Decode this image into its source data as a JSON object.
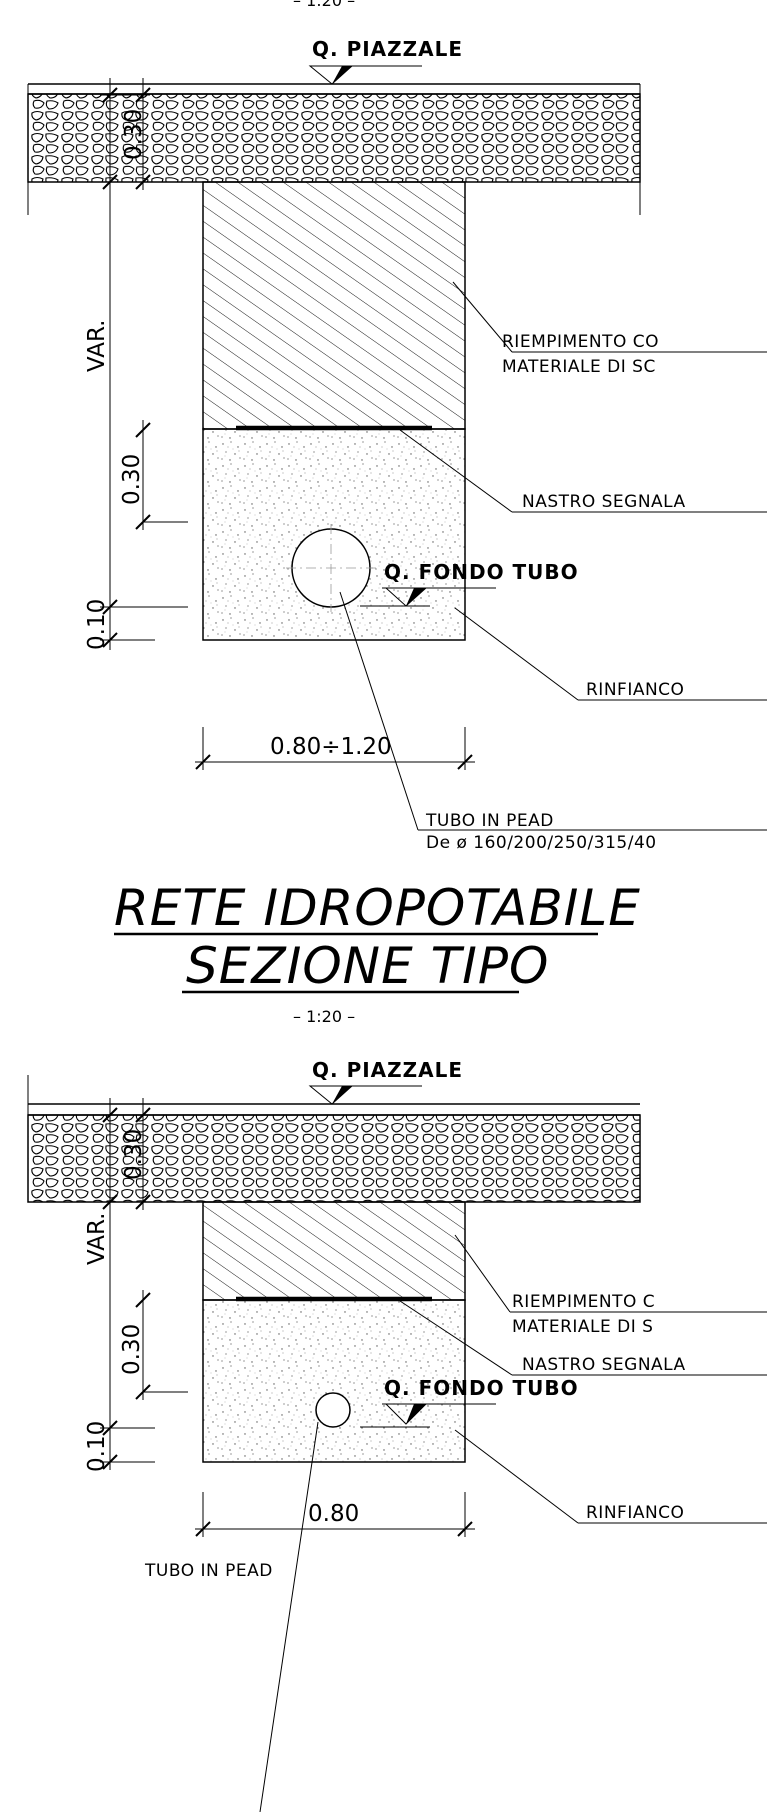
{
  "sheet": {
    "top_scale": "– 1:20 –",
    "section1": {
      "ground_mark": "Q. PIAZZALE",
      "dim_layer": "0.30",
      "dim_var": "VAR.",
      "dim_tape": "0.30",
      "dim_base": "0.10",
      "dim_width": "0.80÷1.20",
      "pipe_mark": "Q. FONDO TUBO",
      "label_fill": "RIEMPIMENTO CO",
      "label_fill_2": "MATERIALE DI SC",
      "label_tape": "NASTRO SEGNALA",
      "label_bedding": "RINFIANCO",
      "label_pipe": "TUBO IN PEAD",
      "label_pipe_2": "De ø 160/200/250/315/40"
    },
    "title_line1": "RETE IDROPOTABILE",
    "title_line2": "SEZIONE TIPO",
    "mid_scale": "– 1:20 –",
    "section2": {
      "ground_mark": "Q. PIAZZALE",
      "dim_layer": "0.30",
      "dim_var": "VAR.",
      "dim_tape": "0.30",
      "dim_base": "0.10",
      "dim_width": "0.80",
      "pipe_mark": "Q. FONDO TUBO",
      "label_fill": "RIEMPIMENTO C",
      "label_fill_2": "MATERIALE DI S",
      "label_tape": "NASTRO SEGNALA",
      "label_bedding": "RINFIANCO",
      "label_pipe": "TUBO IN PEAD"
    }
  }
}
